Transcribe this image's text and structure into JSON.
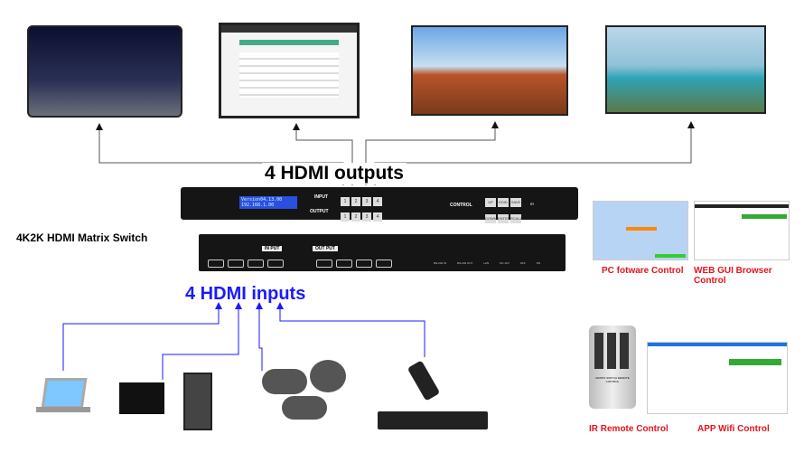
{
  "outputs_label": "4 HDMI outputs",
  "inputs_label": "4 HDMI inputs",
  "product_label": "4K2K HDMI Matrix Switch",
  "front_panel": {
    "lcd_line1": "Version04.13.00",
    "lcd_line2": "192.168.1.00",
    "input_label": "INPUT",
    "output_label": "OUTPUT",
    "control_label": "CONTROL",
    "buttons": [
      "1",
      "2",
      "3",
      "4"
    ],
    "control_buttons": [
      "UP",
      "EDID",
      "SAVE",
      "DOWN",
      "ENTER",
      "RCALL"
    ],
    "ir_label": "IR"
  },
  "back_panel": {
    "input_tag": "IN PUT",
    "output_tag": "OUT PUT",
    "ports": [
      "RS-232 IN",
      "RS-232 OUT",
      "LAN",
      "DC 12V",
      "OFF",
      "ON"
    ]
  },
  "controls": {
    "pc": "PC fotware Control",
    "web": "WEB GUI Browser Control",
    "ir": "IR Remote Control",
    "app": "APP Wifi Control"
  },
  "remote_text": "MATRIX SWITCH REMOTE CONTROL",
  "colors": {
    "blue": "#1a1aff",
    "red": "#e0141e"
  }
}
